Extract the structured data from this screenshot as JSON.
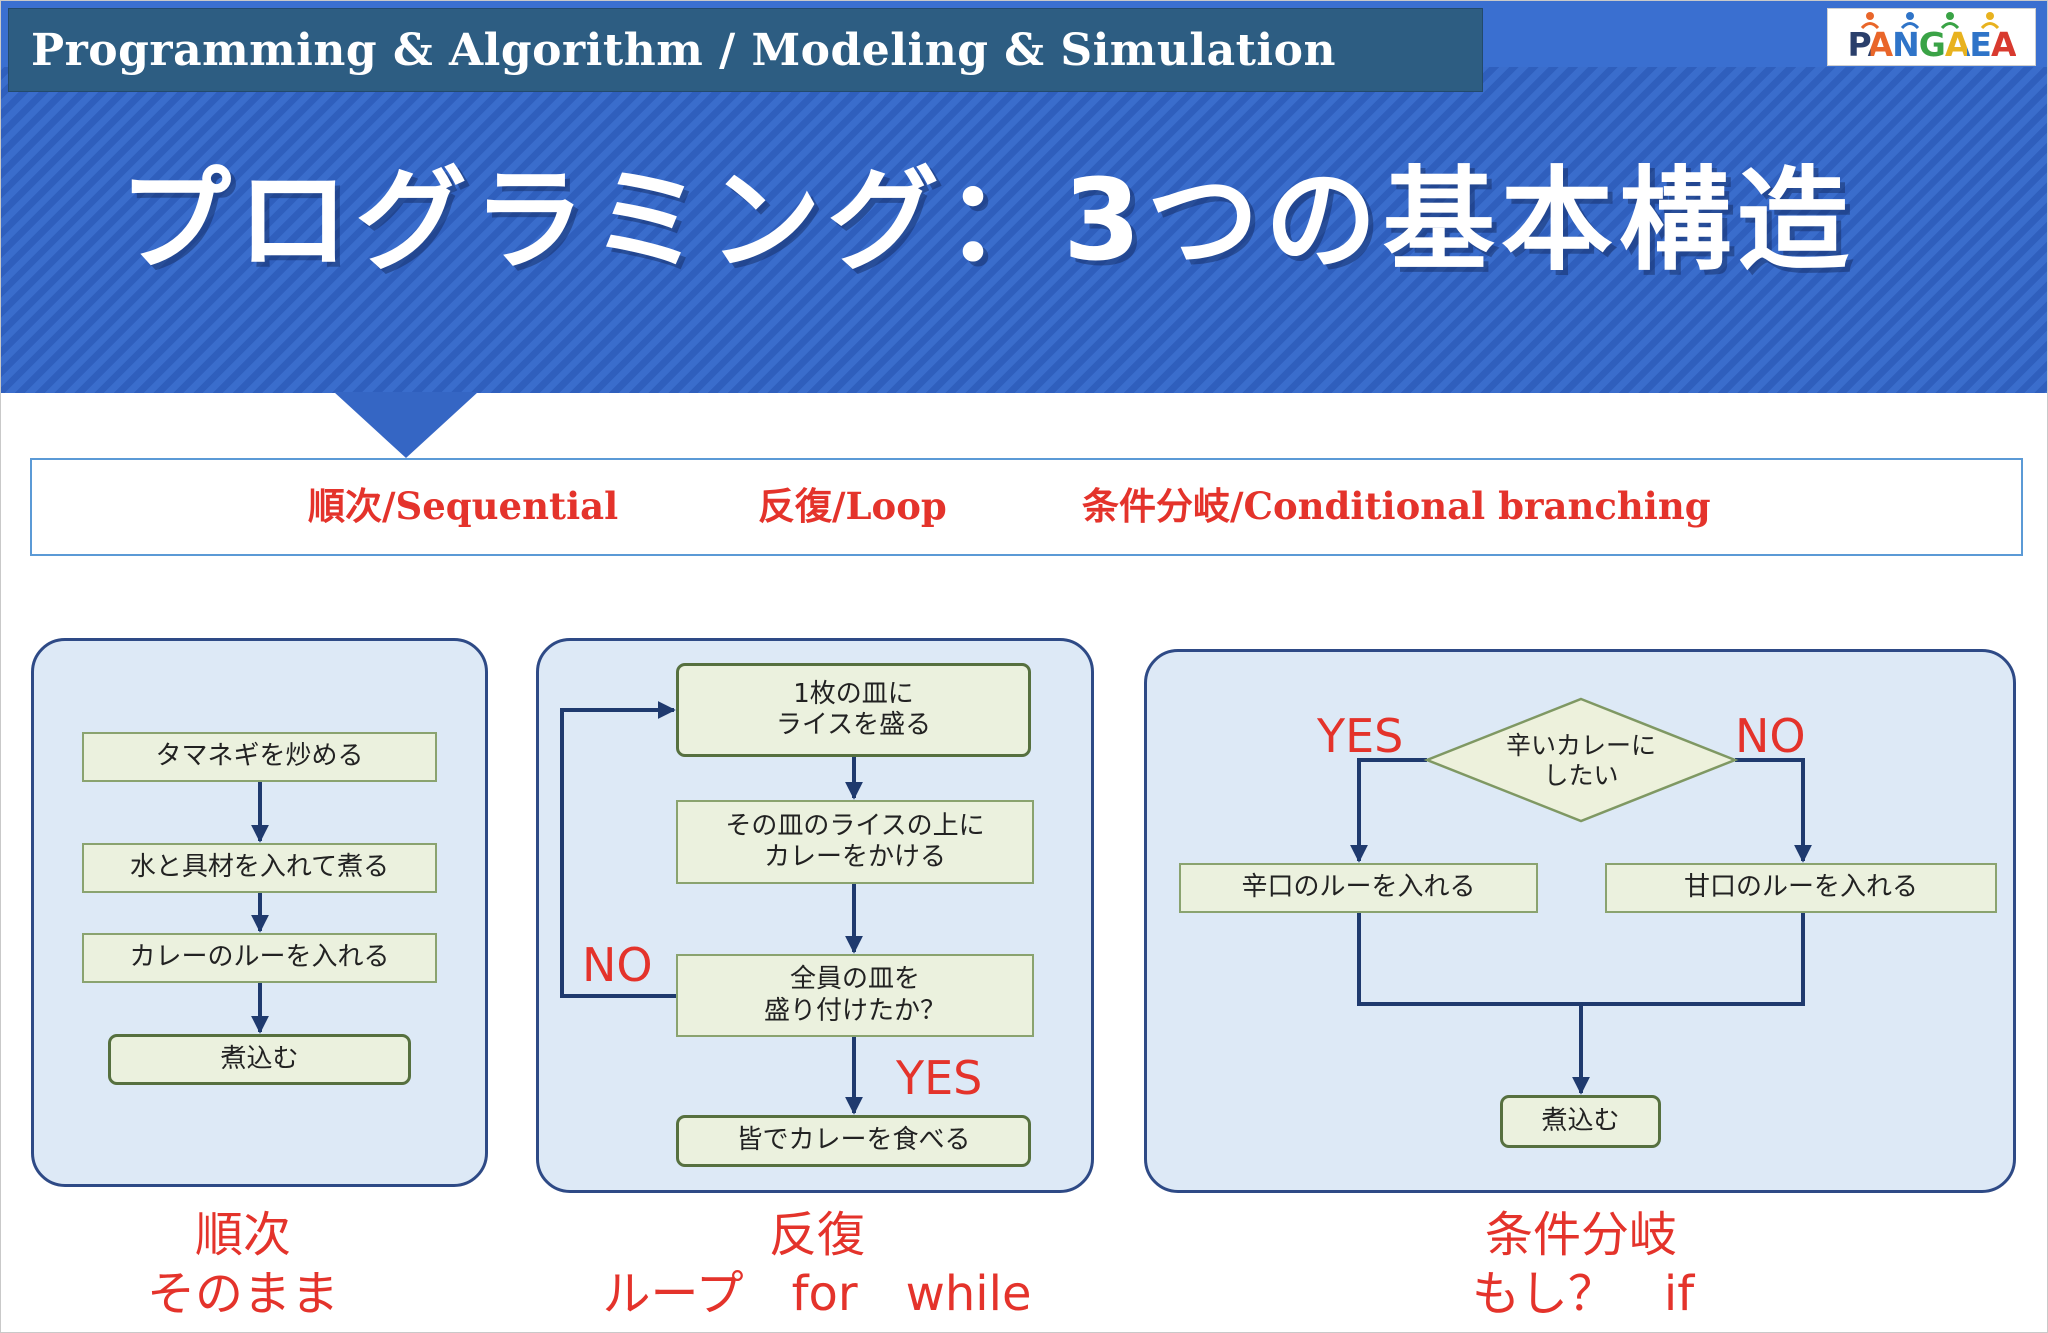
{
  "header": {
    "title": "Programming & Algorithm / Modeling & Simulation"
  },
  "logo": {
    "text": "PANGAEA",
    "icon": "people-figures-icon"
  },
  "banner": {
    "title": "プログラミング：3つの基本構造"
  },
  "categories": {
    "sequential": "順次/Sequential",
    "loop": "反復/Loop",
    "conditional": "条件分岐/Conditional branching"
  },
  "sequential": {
    "steps": [
      "タマネギを炒める",
      "水と具材を入れて煮る",
      "カレーのルーを入れる",
      "煮込む"
    ],
    "caption": "順次",
    "subcaption": "そのまま"
  },
  "loop": {
    "steps": [
      "1枚の皿に\nライスを盛る",
      "その皿のライスの上に\nカレーをかける",
      "全員の皿を\n盛り付けたか？",
      "皆でカレーを食べる"
    ],
    "no_label": "NO",
    "yes_label": "YES",
    "caption": "反復",
    "subcaption": "ループ　for　while"
  },
  "conditional": {
    "decision": "辛いカレーに\nしたい",
    "yes_label": "YES",
    "no_label": "NO",
    "yes_step": "辛口のルーを入れる",
    "no_step": "甘口のルーを入れる",
    "final_step": "煮込む",
    "caption": "条件分岐",
    "subcaption": "もし？　if"
  },
  "colors": {
    "banner": "#3467c6",
    "header_bar": "#2d5d82",
    "accent_red": "#e4332b",
    "panel_fill": "#dde9f6",
    "panel_border": "#2e4a86",
    "step_fill": "#ebf1de",
    "connector": "#1f3a6e"
  }
}
